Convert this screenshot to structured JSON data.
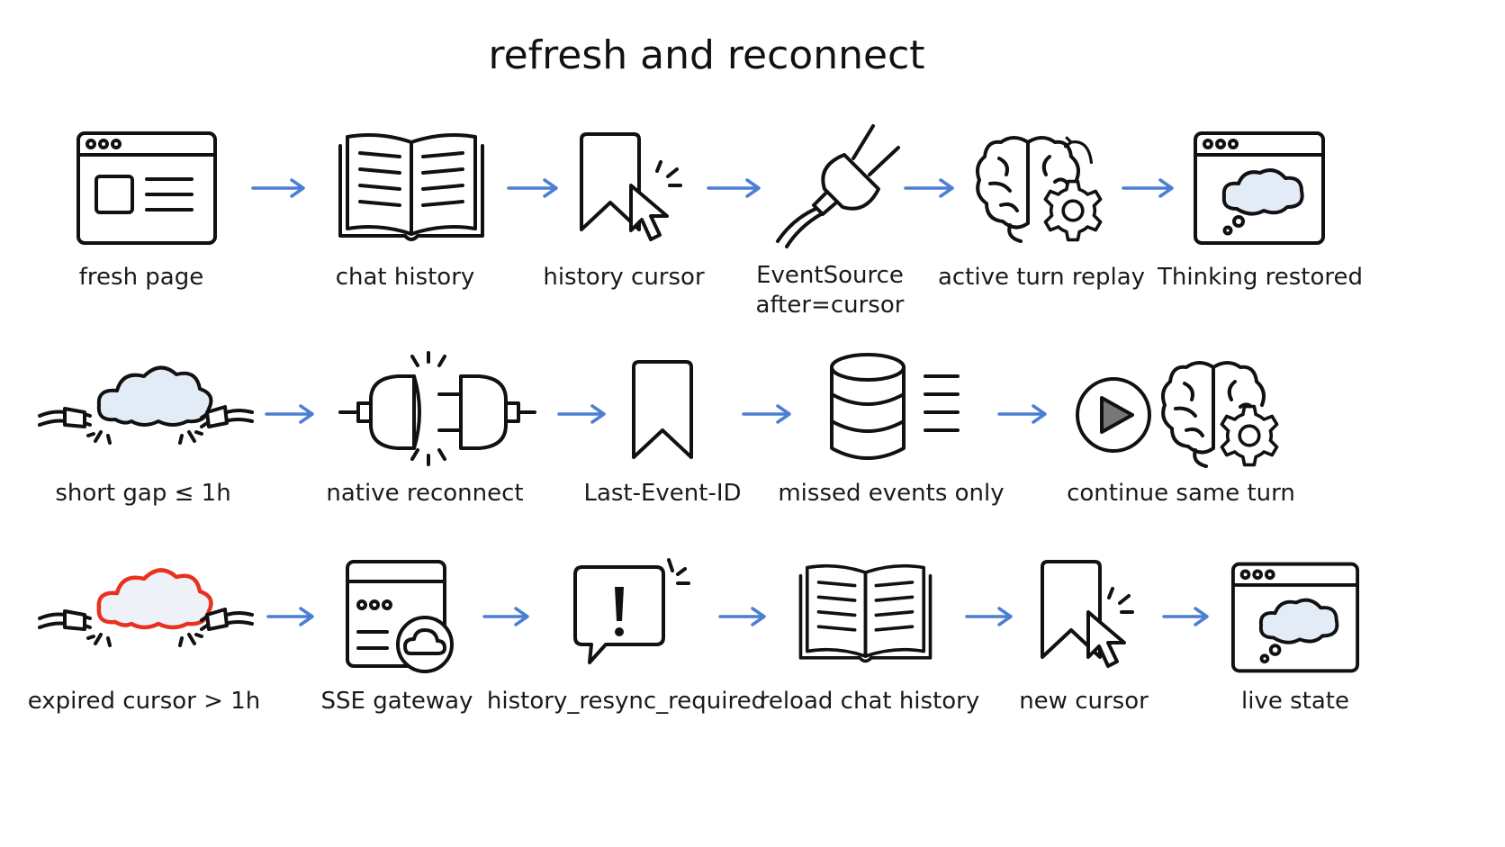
{
  "title": "refresh and reconnect",
  "rows": [
    {
      "steps": [
        {
          "icon": "browser-window-icon",
          "label": [
            "fresh page"
          ]
        },
        {
          "icon": "open-book-icon",
          "label": [
            "chat history"
          ]
        },
        {
          "icon": "bookmark-cursor-icon",
          "label": [
            "history cursor"
          ]
        },
        {
          "icon": "plug-icon",
          "label": [
            "EventSource",
            "after=cursor"
          ]
        },
        {
          "icon": "brain-gear-icon",
          "label": [
            "active turn replay"
          ]
        },
        {
          "icon": "browser-thought-icon",
          "label": [
            "Thinking restored"
          ]
        }
      ]
    },
    {
      "steps": [
        {
          "icon": "cloud-disconnect-icon",
          "label": [
            "short gap ≤ 1h"
          ]
        },
        {
          "icon": "plug-reconnect-icon",
          "label": [
            "native reconnect"
          ]
        },
        {
          "icon": "bookmark-icon",
          "label": [
            "Last-Event-ID"
          ]
        },
        {
          "icon": "database-icon",
          "label": [
            "missed events only"
          ]
        },
        {
          "icon": "play-brain-icon",
          "label": [
            "continue same turn"
          ]
        }
      ]
    },
    {
      "steps": [
        {
          "icon": "cloud-disconnect-red-icon",
          "label": [
            "expired cursor > 1h"
          ]
        },
        {
          "icon": "gateway-cloud-icon",
          "label": [
            "SSE gateway"
          ]
        },
        {
          "icon": "alert-bubble-icon",
          "label": [
            "history_resync_required"
          ]
        },
        {
          "icon": "open-book-icon",
          "label": [
            "reload chat history"
          ]
        },
        {
          "icon": "bookmark-cursor-icon",
          "label": [
            "new cursor"
          ]
        },
        {
          "icon": "browser-thought-icon",
          "label": [
            "live state"
          ]
        }
      ]
    }
  ],
  "colors": {
    "arrow": "#4a7fd4",
    "cloud_fill": "#e3ebf7",
    "alert_cloud": "#e8321e",
    "ink": "#111111"
  }
}
